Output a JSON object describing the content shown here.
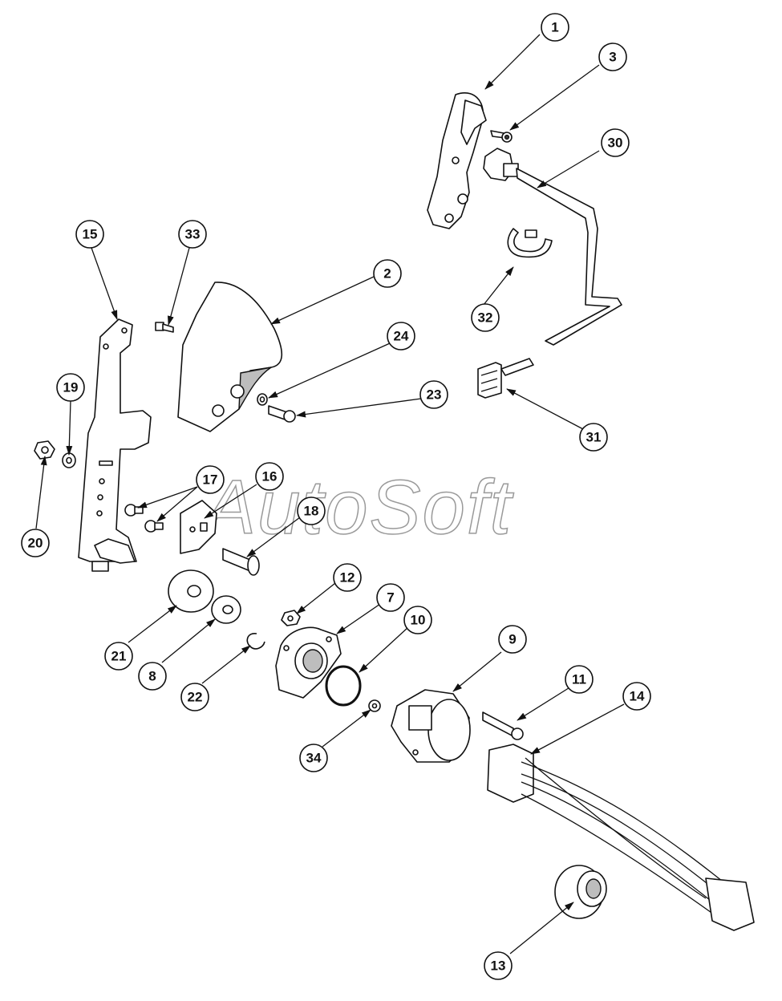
{
  "watermark": "AutoSoft",
  "callouts": [
    "1",
    "3",
    "30",
    "15",
    "33",
    "2",
    "24",
    "23",
    "32",
    "31",
    "19",
    "20",
    "17",
    "16",
    "18",
    "21",
    "8",
    "22",
    "12",
    "7",
    "10",
    "9",
    "11",
    "14",
    "34",
    "13"
  ]
}
